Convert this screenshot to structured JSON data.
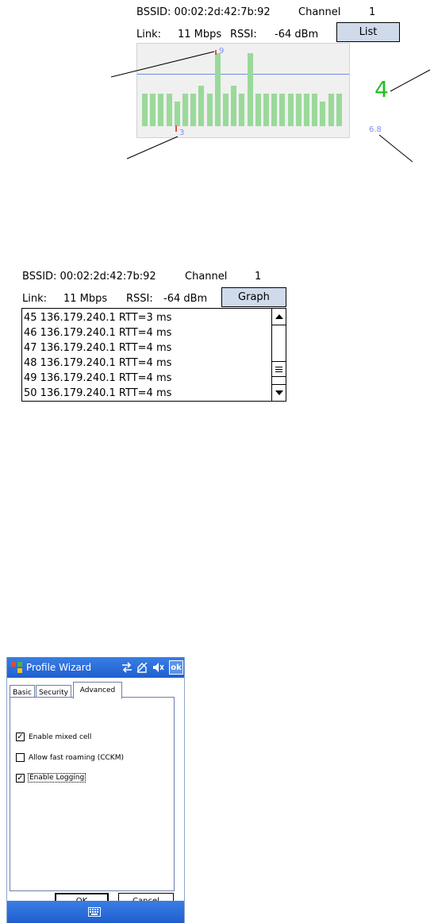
{
  "graph_view": {
    "bssid_label": "BSSID: 00:02:2d:42:7b:92",
    "channel_label": "Channel",
    "channel_value": "1",
    "link_label": "Link:",
    "link_value": "11 Mbps",
    "rssi_label": "RSSI:",
    "rssi_value": "-64 dBm",
    "toggle_button": "List",
    "max_label": "9",
    "min_label": "3",
    "current_value": "4",
    "average_value": "6.8",
    "bars": [
      4,
      4,
      4,
      4,
      3,
      4,
      4,
      5,
      4,
      9,
      4,
      5,
      4,
      9,
      4,
      4,
      4,
      4,
      4,
      4,
      4,
      4,
      3,
      4,
      4
    ]
  },
  "list_view": {
    "bssid_label": "BSSID: 00:02:2d:42:7b:92",
    "channel_label": "Channel",
    "channel_value": "1",
    "link_label": "Link:",
    "link_value": "11 Mbps",
    "rssi_label": "RSSI:",
    "rssi_value": "-64 dBm",
    "toggle_button": "Graph",
    "rows": [
      "45 136.179.240.1 RTT=3 ms",
      "46 136.179.240.1 RTT=4 ms",
      "47 136.179.240.1 RTT=4 ms",
      "48 136.179.240.1 RTT=4 ms",
      "49 136.179.240.1 RTT=4 ms",
      "50 136.179.240.1 RTT=4 ms"
    ]
  },
  "device": {
    "title": "Profile Wizard",
    "ok": "ok",
    "tabs": [
      "Basic",
      "Security",
      "Advanced"
    ],
    "active_tab": "Advanced",
    "options": [
      {
        "label": "Enable mixed cell",
        "checked": true
      },
      {
        "label": "Allow fast roaming (CCKM)",
        "checked": false
      },
      {
        "label": "Enable Logging",
        "checked": true
      }
    ],
    "ok_button": "OK",
    "cancel_button": "Cancel"
  },
  "colors": {
    "bar": "#9ad99a",
    "reference_line": "#6d8fe6",
    "current_value": "#1fbf1f",
    "axis_label": "#7f8ff0",
    "titlebar": "#2a6fd9"
  }
}
